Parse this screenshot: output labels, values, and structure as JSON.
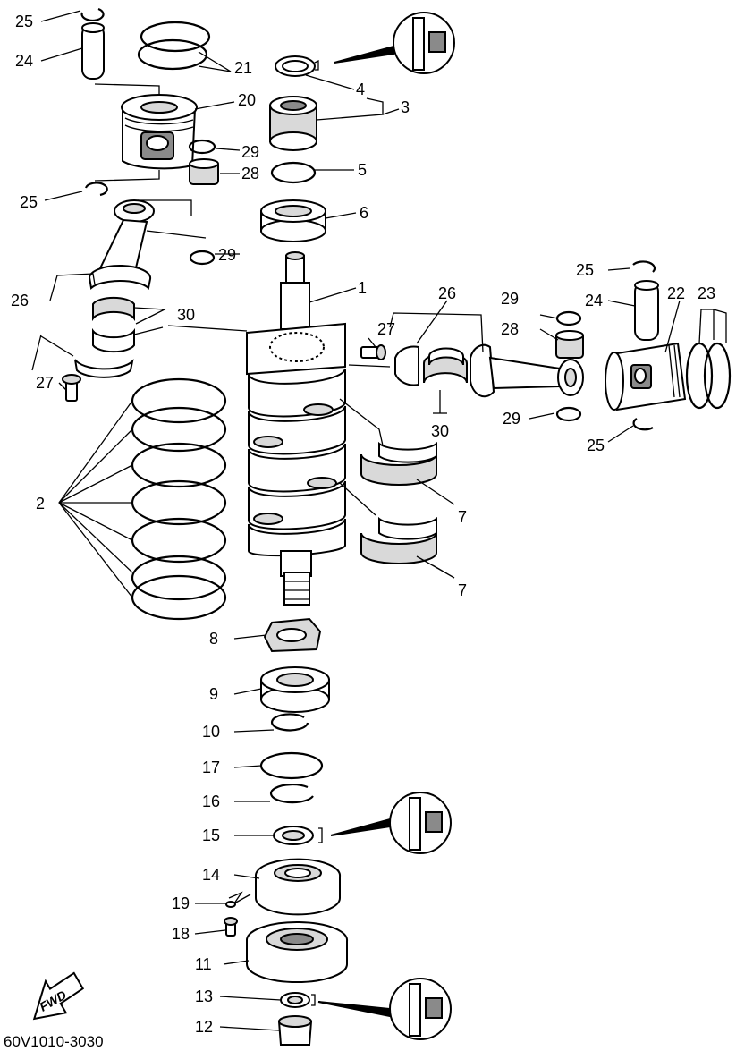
{
  "diagram_code": "60V1010-3030",
  "fwd_label": "FWD",
  "colors": {
    "line": "#000000",
    "background": "#ffffff",
    "shade": "#8a8a8a"
  },
  "icons": [
    "magnify-callout-icon",
    "fwd-arrow-icon"
  ],
  "labels": {
    "l25a": "25",
    "l24a": "24",
    "l21": "21",
    "l20": "20",
    "l29a": "29",
    "l28a": "28",
    "l25b": "25",
    "l29b": "29",
    "l26a": "26",
    "l30a": "30",
    "l27a": "27",
    "l4": "4",
    "l3": "3",
    "l5": "5",
    "l6": "6",
    "l1": "1",
    "l26b": "26",
    "l27b": "27",
    "l29c": "29",
    "l28b": "28",
    "l25c": "25",
    "l24b": "24",
    "l22": "22",
    "l23": "23",
    "l29d": "29",
    "l30b": "30",
    "l25d": "25",
    "l2": "2",
    "l7a": "7",
    "l7b": "7",
    "l8": "8",
    "l9": "9",
    "l10": "10",
    "l17": "17",
    "l16": "16",
    "l15": "15",
    "l14": "14",
    "l19": "19",
    "l18": "18",
    "l11": "11",
    "l13": "13",
    "l12": "12"
  }
}
